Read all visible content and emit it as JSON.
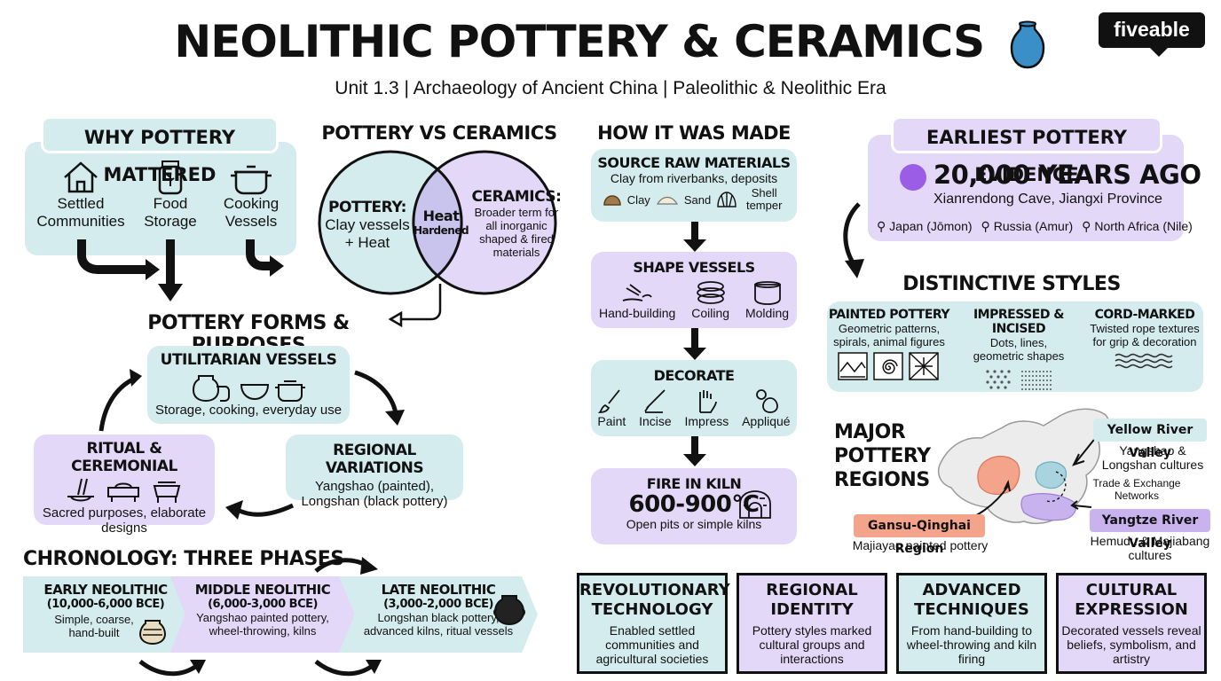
{
  "header": {
    "title": "NEOLITHIC POTTERY & CERAMICS",
    "subtitle": "Unit 1.3 | Archaeology of Ancient China | Paleolithic & Neolithic Era",
    "logo": "fiveable"
  },
  "why": {
    "title": "WHY POTTERY MATTERED",
    "items": [
      {
        "label": "Settled Communities"
      },
      {
        "label": "Food Storage"
      },
      {
        "label": "Cooking Vessels"
      }
    ]
  },
  "venn": {
    "title": "POTTERY VS CERAMICS",
    "left_title": "POTTERY:",
    "left_desc": "Clay vessels + Heat",
    "center_title": "Heat",
    "center_sub": "Hardened",
    "right_title": "CERAMICS:",
    "right_desc": "Broader term for all inorganic shaped & fired materials"
  },
  "forms": {
    "title": "POTTERY FORMS & PURPOSES",
    "utilitarian": {
      "title": "UTILITARIAN VESSELS",
      "desc": "Storage, cooking, everyday use"
    },
    "ritual": {
      "title": "RITUAL & CEREMONIAL",
      "desc": "Sacred purposes, elaborate designs"
    },
    "regional": {
      "title": "REGIONAL VARIATIONS",
      "desc": "Yangshao (painted), Longshan (black pottery)"
    }
  },
  "chronology": {
    "title": "CHRONOLOGY: THREE PHASES",
    "phases": [
      {
        "name": "EARLY NEOLITHIC",
        "dates": "(10,000-6,000 BCE)",
        "desc": "Simple, coarse, hand-built"
      },
      {
        "name": "MIDDLE NEOLITHIC",
        "dates": "(6,000-3,000 BCE)",
        "desc": "Yangshao painted pottery, wheel-throwing, kilns"
      },
      {
        "name": "LATE NEOLITHIC",
        "dates": "(3,000-2,000 BCE)",
        "desc": "Longshan black pottery, advanced kilns, ritual vessels"
      }
    ]
  },
  "process": {
    "title": "HOW IT WAS MADE",
    "source": {
      "title": "SOURCE RAW MATERIALS",
      "desc": "Clay from riverbanks, deposits",
      "items": [
        "Clay",
        "Sand",
        "Shell temper"
      ]
    },
    "shape": {
      "title": "SHAPE VESSELS",
      "items": [
        "Hand-building",
        "Coiling",
        "Molding"
      ]
    },
    "decorate": {
      "title": "DECORATE",
      "items": [
        "Paint",
        "Incise",
        "Impress",
        "Appliqué"
      ]
    },
    "fire": {
      "title": "FIRE IN KILN",
      "temp": "600-900°C",
      "desc": "Open pits or simple kilns"
    }
  },
  "evidence": {
    "title": "EARLIEST POTTERY EVIDENCE",
    "age": "20,000 YEARS AGO",
    "site": "Xianrendong Cave, Jiangxi Province",
    "others": [
      "Japan (Jōmon)",
      "Russia (Amur)",
      "North Africa (Nile)"
    ]
  },
  "styles": {
    "title": "DISTINCTIVE STYLES",
    "items": [
      {
        "name": "PAINTED POTTERY",
        "desc": "Geometric patterns, spirals, animal figures"
      },
      {
        "name": "IMPRESSED & INCISED",
        "desc": "Dots, lines, geometric shapes"
      },
      {
        "name": "CORD-MARKED",
        "desc": "Twisted rope textures for grip & decoration"
      }
    ]
  },
  "regions": {
    "title": "MAJOR POTTERY REGIONS",
    "yellow": {
      "name": "Yellow River Valley",
      "desc": "Yangshao & Longshan cultures"
    },
    "network": "Trade & Exchange Networks",
    "gansu": {
      "name": "Gansu-Qinghai Region",
      "desc": "Majiayao painted pottery"
    },
    "yangtze": {
      "name": "Yangtze River Valley",
      "desc": "Hemudu & Majiabang cultures"
    }
  },
  "summary": [
    {
      "title": "REVOLUTIONARY TECHNOLOGY",
      "desc": "Enabled settled communities and agricultural societies"
    },
    {
      "title": "REGIONAL IDENTITY",
      "desc": "Pottery styles marked cultural groups and interactions"
    },
    {
      "title": "ADVANCED TECHNIQUES",
      "desc": "From hand-building to wheel-throwing and kiln firing"
    },
    {
      "title": "CULTURAL EXPRESSION",
      "desc": "Decorated vessels reveal beliefs, symbolism, and artistry"
    }
  ],
  "colors": {
    "teal": "#d4ecee",
    "lavender": "#e3d8f7",
    "vase_blue": "#3a8fc9",
    "purple_dot": "#9b5de5",
    "gansu": "#f4a48a",
    "yangtze": "#c9b3ef",
    "yellow_region": "#a9d3df"
  }
}
